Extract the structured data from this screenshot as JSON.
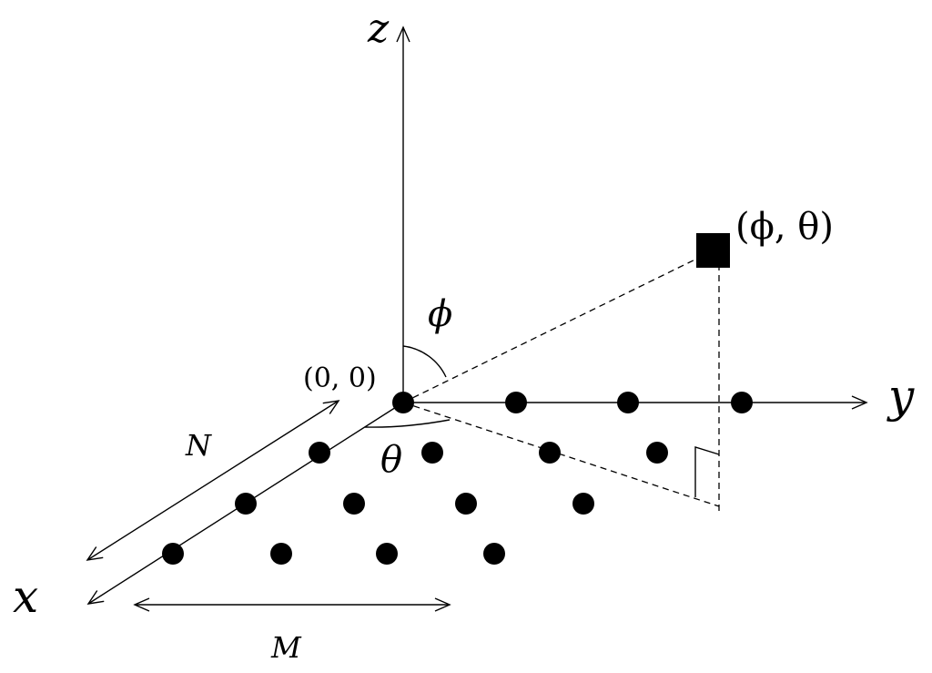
{
  "diagram": {
    "axes": {
      "x_label": "x",
      "y_label": "y",
      "z_label": "z"
    },
    "angles": {
      "phi_label": "ϕ",
      "theta_label": "θ"
    },
    "dimensions": {
      "n_label": "N",
      "m_label": "M"
    },
    "origin_label": "(0, 0)",
    "source_label": "(ϕ, θ)",
    "array": {
      "rows": 4,
      "columns": 4
    },
    "colors": {
      "ink": "#000000",
      "background": "#ffffff"
    }
  }
}
